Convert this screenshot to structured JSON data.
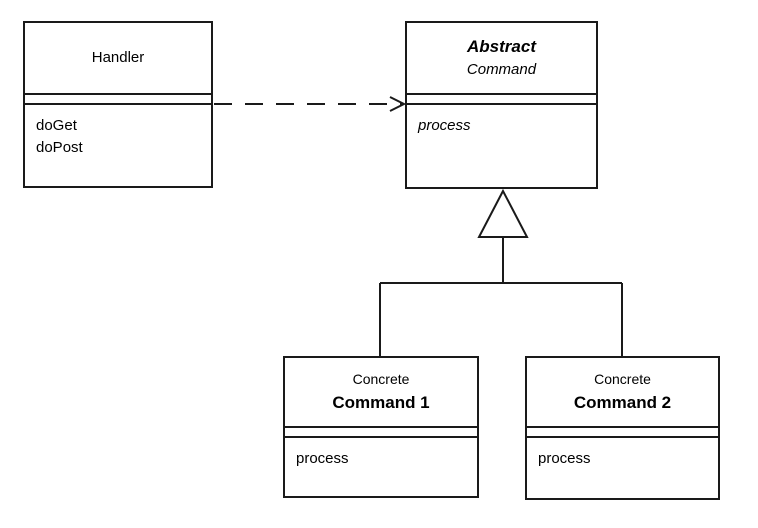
{
  "colors": {
    "line": "#1a1a1a",
    "background": "#ffffff",
    "text": "#000000"
  },
  "diagram": {
    "kind": "UML class diagram",
    "classes": {
      "handler": {
        "name": "Handler",
        "attributes": [],
        "methods": [
          "doGet",
          "doPost"
        ]
      },
      "abstract_command": {
        "name_lines": [
          "Abstract",
          "Command"
        ],
        "attributes": [],
        "methods": [
          "process"
        ]
      },
      "concrete_command_1": {
        "name_lines": [
          "Concrete",
          "Command 1"
        ],
        "attributes": [],
        "methods": [
          "process"
        ]
      },
      "concrete_command_2": {
        "name_lines": [
          "Concrete",
          "Command 2"
        ],
        "attributes": [],
        "methods": [
          "process"
        ]
      }
    },
    "relationships": [
      {
        "type": "dependency",
        "from": "Handler",
        "to": "Abstract Command",
        "line_style": "dashed",
        "arrowhead": "open"
      },
      {
        "type": "generalization",
        "parent": "Abstract Command",
        "children": [
          "Concrete Command 1",
          "Concrete Command 2"
        ],
        "arrowhead": "hollow-triangle"
      }
    ]
  }
}
